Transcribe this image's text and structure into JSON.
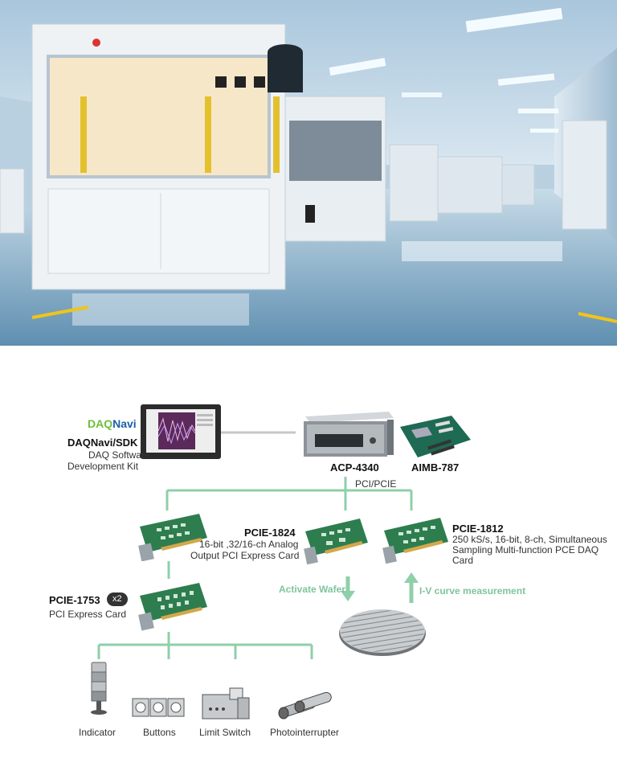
{
  "software": {
    "brand_prefix": "DAQ",
    "brand_suffix": "Navi",
    "title": "DAQNavi/SDK",
    "line1": "DAQ Software",
    "line2": "Development Kit"
  },
  "computer": {
    "chassis_label": "ACP-4340",
    "board_label": "AIMB-787",
    "bus_label": "PCI/PCIE"
  },
  "cards": {
    "pcie1824": {
      "title": "PCIE-1824",
      "line1": "16-bit ,32/16-ch Analog",
      "line2": "Output PCI Express Card"
    },
    "pcie1812": {
      "title": "PCIE-1812",
      "line1": "250 kS/s, 16-bit, 8-ch, Simultaneous",
      "line2": "Sampling Multi-function PCE DAQ",
      "line3": "Card"
    },
    "pcie1753": {
      "title": "PCIE-1753",
      "badge": "x2",
      "line1": "PCI Express Card"
    }
  },
  "process": {
    "activate": "Activate Wafer",
    "iv": "I-V curve measurement"
  },
  "devices": [
    {
      "label": "Indicator"
    },
    {
      "label": "Buttons"
    },
    {
      "label": "Limit Switch"
    },
    {
      "label": "Photointerrupter"
    }
  ],
  "colors": {
    "connector": "#8fcfa9",
    "arrow_green": "#7fc49c",
    "pcb_green": "#2e7d4f"
  }
}
